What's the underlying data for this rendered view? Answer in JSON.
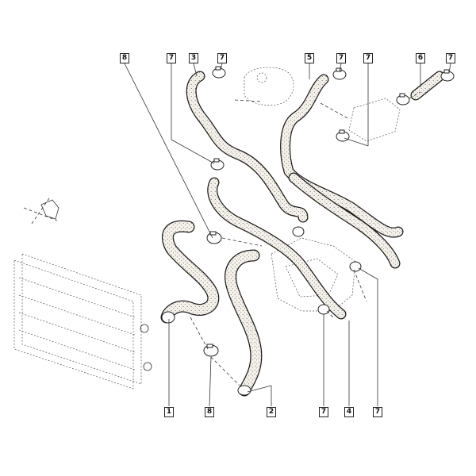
{
  "callouts": {
    "top": [
      {
        "label": "8",
        "name": "callout-top-8"
      },
      {
        "label": "7",
        "name": "callout-top-7a"
      },
      {
        "label": "3",
        "name": "callout-top-3"
      },
      {
        "label": "7",
        "name": "callout-top-7b"
      },
      {
        "label": "5",
        "name": "callout-top-5"
      },
      {
        "label": "7",
        "name": "callout-top-7c"
      },
      {
        "label": "7",
        "name": "callout-top-7d"
      },
      {
        "label": "6",
        "name": "callout-top-6"
      },
      {
        "label": "7",
        "name": "callout-top-7e"
      }
    ],
    "bottom": [
      {
        "label": "1",
        "name": "callout-bottom-1"
      },
      {
        "label": "8",
        "name": "callout-bottom-8"
      },
      {
        "label": "2",
        "name": "callout-bottom-2"
      },
      {
        "label": "7",
        "name": "callout-bottom-7"
      },
      {
        "label": "4",
        "name": "callout-bottom-4"
      },
      {
        "label": "7",
        "name": "callout-bottom-7b"
      }
    ]
  },
  "colors": {
    "line": "#1c1c1c",
    "hose_fill": "#f4f1ea",
    "hose_texture": "#6a6a6a",
    "background": "#ffffff"
  }
}
